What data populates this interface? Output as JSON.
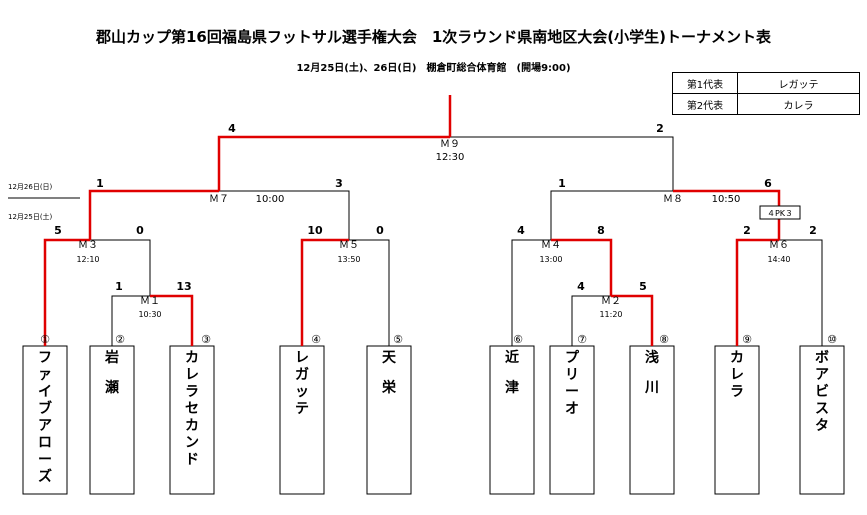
{
  "title": "郡山カップ第16回福島県フットサル選手権大会　1次ラウンド県南地区大会(小学生)トーナメント表",
  "subtitle": "12月25日(土)、26日(日)　棚倉町総合体育館　(開場9:00)",
  "representatives": [
    {
      "label": "第1代表",
      "value": "レガッテ"
    },
    {
      "label": "第2代表",
      "value": "カレラ"
    }
  ],
  "day_labels": {
    "upper": "12月26日(日)",
    "lower": "12月25日(土)"
  },
  "teams": [
    {
      "seed": "①",
      "name": "ファイブアローズ"
    },
    {
      "seed": "②",
      "name": "岩瀬"
    },
    {
      "seed": "③",
      "name": "カレラセカンド"
    },
    {
      "seed": "④",
      "name": "レガッテ"
    },
    {
      "seed": "⑤",
      "name": "天栄"
    },
    {
      "seed": "⑥",
      "name": "近津"
    },
    {
      "seed": "⑦",
      "name": "プリーオ"
    },
    {
      "seed": "⑧",
      "name": "浅川"
    },
    {
      "seed": "⑨",
      "name": "カレラ"
    },
    {
      "seed": "⑩",
      "name": "ボアビスタ"
    }
  ],
  "matches": [
    {
      "id": "m1",
      "name": "Ｍ１",
      "time": "10:30",
      "score_left": "1",
      "score_right": "13",
      "pk": ""
    },
    {
      "id": "m2",
      "name": "Ｍ２",
      "time": "11:20",
      "score_left": "4",
      "score_right": "5",
      "pk": ""
    },
    {
      "id": "m3",
      "name": "Ｍ３",
      "time": "12:10",
      "score_left": "5",
      "score_right": "0",
      "pk": ""
    },
    {
      "id": "m4",
      "name": "Ｍ４",
      "time": "13:00",
      "score_left": "4",
      "score_right": "8",
      "pk": ""
    },
    {
      "id": "m5",
      "name": "Ｍ５",
      "time": "13:50",
      "score_left": "10",
      "score_right": "0",
      "pk": ""
    },
    {
      "id": "m6",
      "name": "Ｍ６",
      "time": "14:40",
      "score_left": "2",
      "score_right": "2",
      "pk": "４PK３"
    },
    {
      "id": "m7",
      "name": "Ｍ７",
      "time": "10:00",
      "score_left": "1",
      "score_right": "3",
      "pk": ""
    },
    {
      "id": "m8",
      "name": "Ｍ８",
      "time": "10:50",
      "score_left": "1",
      "score_right": "6",
      "pk": ""
    },
    {
      "id": "m9",
      "name": "Ｍ９",
      "time": "12:30",
      "score_left": "4",
      "score_right": "2",
      "pk": ""
    }
  ],
  "colors": {
    "win_line": "#e00000",
    "line": "#000000"
  }
}
